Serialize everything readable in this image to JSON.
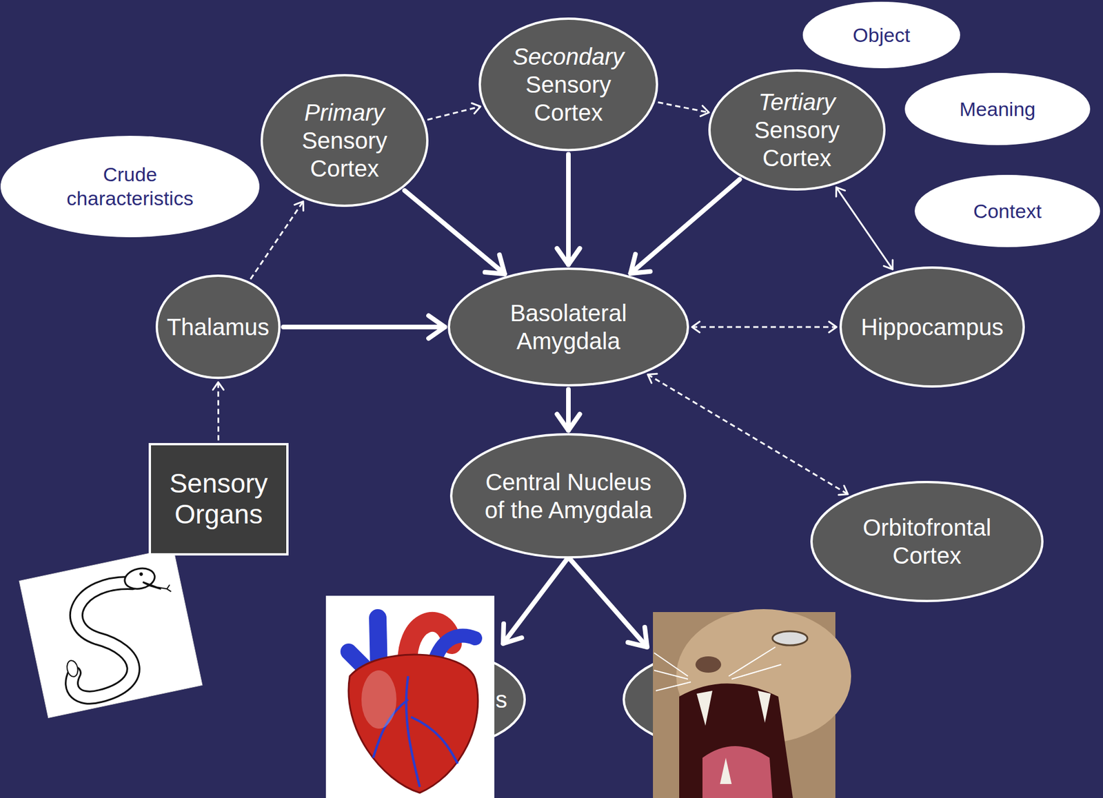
{
  "diagram": {
    "nodes": [
      {
        "text": [
          "Object"
        ]
      },
      {
        "text": [
          "Secondary Sensory Cortex"
        ]
      },
      {
        "text": [
          "Meaning"
        ]
      },
      {
        "text": [
          "Primary Sensory Cortex"
        ]
      },
      {
        "text": [
          "Tertiary Sensory Cortex"
        ]
      },
      {
        "text": [
          "Crude characteristics"
        ]
      },
      {
        "text": [
          "Context"
        ]
      },
      {
        "text": [
          "Thalamus"
        ]
      },
      {
        "text": [
          "Basolateral Amygdala"
        ]
      },
      {
        "text": [
          "Hippocampus"
        ]
      },
      {
        "text": [
          "Sensory Organs"
        ]
      },
      {
        "text": [
          "Central Nucleus of the Amygdala"
        ]
      },
      {
        "text": [
          "Orbitofrontal Cortex"
        ]
      }
    ],
    "edges": [
      {
        "from": 3,
        "to": 1,
        "arrow": "to"
      },
      {
        "from": 1,
        "to": 4,
        "arrow": "to"
      },
      {
        "from": 7,
        "to": 3,
        "arrow": "to"
      },
      {
        "from": 10,
        "to": 7,
        "arrow": "to"
      },
      {
        "from": 3,
        "to": 8,
        "arrow": "to"
      },
      {
        "from": 1,
        "to": 8,
        "arrow": "to"
      },
      {
        "from": 4,
        "to": 8,
        "arrow": "to"
      },
      {
        "from": 7,
        "to": 8,
        "arrow": "to"
      },
      {
        "from": 4,
        "to": 9,
        "arrow": "both"
      },
      {
        "from": 8,
        "to": 9,
        "arrow": "both"
      },
      {
        "from": 8,
        "to": 12,
        "arrow": "both"
      },
      {
        "from": 8,
        "to": 11,
        "arrow": "to"
      }
    ],
    "labels": [
      "s"
    ]
  }
}
